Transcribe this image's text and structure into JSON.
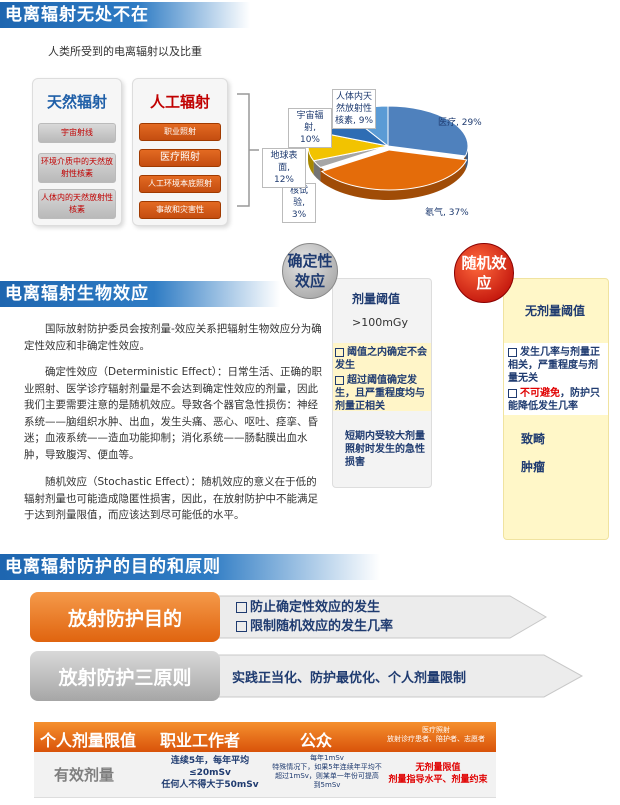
{
  "section1": {
    "title": "电离辐射无处不在",
    "caption": "人类所受到的电离辐射以及比重"
  },
  "natural": {
    "title": "天然辐射",
    "items": [
      "宇宙射线",
      "环境介质中的天然放射性核素",
      "人体内的天然放射性核素"
    ]
  },
  "artificial": {
    "title": "人工辐射",
    "items": [
      "职业照射",
      "医疗照射",
      "人工环境本底照射",
      "事故和灾害性"
    ]
  },
  "chart_data": {
    "type": "pie",
    "slices": [
      {
        "label": "医疗, 29%",
        "value": 29
      },
      {
        "label": "氡气, 37%",
        "value": 37
      },
      {
        "label": "核试验",
        "value2": "3%",
        "value": 3
      },
      {
        "label": "地球表面",
        "value2": "12%",
        "value": 12
      },
      {
        "label": "宇宙辐射",
        "value2": "10%",
        "value": 10
      },
      {
        "label": "人体内天然放射性核素",
        "value2": "9%",
        "value": 9
      }
    ],
    "labels_text": {
      "medical": "医疗, 29%",
      "radon": "氡气, 37%",
      "nuclear_a": "核试验,",
      "nuclear_b": "3%",
      "earth_a": "地球表面,",
      "earth_b": "12%",
      "cosmic_a": "宇宙辐射,",
      "cosmic_b": "10%",
      "body_a": "人体内天",
      "body_b": "然放射性",
      "body_c": "核素, 9%"
    },
    "colors": [
      "#4f81bd",
      "#e46c0a",
      "#a6a6a6",
      "#f2c300",
      "#2e6db4",
      "#5b9bd5"
    ]
  },
  "section2": {
    "title": "电离辐射生物效应",
    "p1": "国际放射防护委员会按剂量-效应关系把辐射生物效应分为确定性效应和非确定性效应。",
    "p2": "确定性效应（Deterministic Effect）：日常生活、正确的职业照射、医学诊疗辐射剂量是不会达到确定性效应的剂量，因此我们主要需要注意的是随机效应。导致各个器官急性损伤：神经系统——脑组织水肿、出血，发生头痛、恶心、呕吐、痉挛、昏迷；血液系统——造血功能抑制；消化系统——肠黏膜出血水肿，导致腹泻、便血等。",
    "p3": "随机效应（Stochastic Effect）：随机效应的意义在于低的辐射剂量也可能造成隐匿性损害，因此，在放射防护中不能满足于达到剂量限值，而应该达到尽可能低的水平。"
  },
  "deterministic": {
    "circle_a": "确定性",
    "circle_b": "效应",
    "threshold": "剂量阈值",
    "dose": ">100mGy",
    "b1": "阈值之内确定不会发生",
    "b2": "超过阈值确定发生，且严重程度均与剂量正相关",
    "note": "短期内受较大剂量照射时发生的急性损害"
  },
  "stochastic": {
    "circle_a": "随机效",
    "circle_b": "应",
    "threshold": "无剂量阈值",
    "b1": "发生几率与剂量正相关，严重程度与剂量无关",
    "b2_red": "不可避免",
    "b2_rest": "，防护只能降低发生几率",
    "e1": "致畸",
    "e2": "肿瘤"
  },
  "section3": {
    "title": "电离辐射防护的目的和原则"
  },
  "purpose": {
    "label": "放射防护目的",
    "items": [
      "防止确定性效应的发生",
      "限制随机效应的发生几率"
    ]
  },
  "principles": {
    "label": "放射防护三原则",
    "text": "实践正当化、防护最优化、个人剂量限制"
  },
  "limits": {
    "headers": [
      "个人剂量限值",
      "职业工作者",
      "公众"
    ],
    "header_small_a": "医疗照射",
    "header_small_b": "放射诊疗患者、陪护者、志愿者",
    "row_label": "有效剂量",
    "worker_a": "连续5年，每年平均",
    "worker_b": "≤20mSv",
    "worker_c": "任何人不得大于50mSv",
    "public_a": "每年1mSv",
    "public_b": "特殊情况下，如果5年连续年平均不超过1mSv，则某单一年份可提高到5mSv",
    "medical_a": "无剂量限值",
    "medical_b": "剂量指导水平、剂量约束"
  }
}
